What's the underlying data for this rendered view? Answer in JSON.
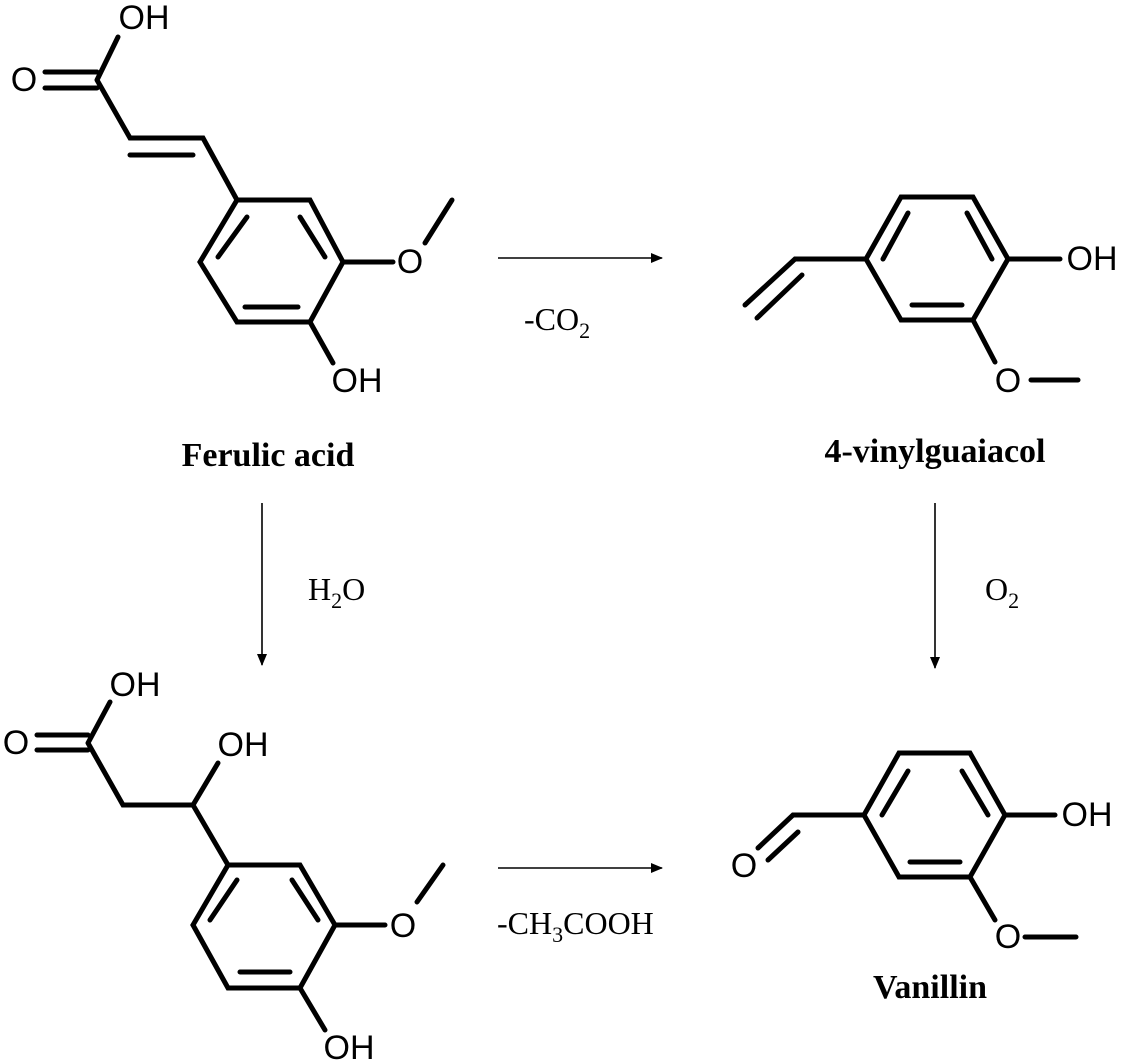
{
  "compounds": {
    "ferulic_acid": {
      "name": "Ferulic acid",
      "atoms": {
        "oh_acid": "OH",
        "o_carbonyl": "O",
        "o_methoxy": "O",
        "oh_phenol": "OH"
      }
    },
    "vinylguaiacol": {
      "name": "4-vinylguaiacol",
      "atoms": {
        "oh_phenol": "OH",
        "o_methoxy": "O"
      }
    },
    "hydrated_intermediate": {
      "atoms": {
        "oh_acid": "OH",
        "o_carbonyl": "O",
        "oh_alcohol": "OH",
        "o_methoxy": "O",
        "oh_phenol": "OH"
      }
    },
    "vanillin": {
      "name": "Vanillin",
      "atoms": {
        "o_aldehyde": "O",
        "oh_phenol": "OH",
        "o_methoxy": "O"
      }
    }
  },
  "reactions": {
    "decarboxylation": {
      "prefix": "-CO",
      "sub": "2"
    },
    "hydration": {
      "prefix": "H",
      "sub": "2",
      "suffix": "O"
    },
    "oxidation": {
      "prefix": "O",
      "sub": "2"
    },
    "retro_aldol": {
      "prefix": "-CH",
      "sub": "3",
      "suffix": "COOH"
    }
  }
}
